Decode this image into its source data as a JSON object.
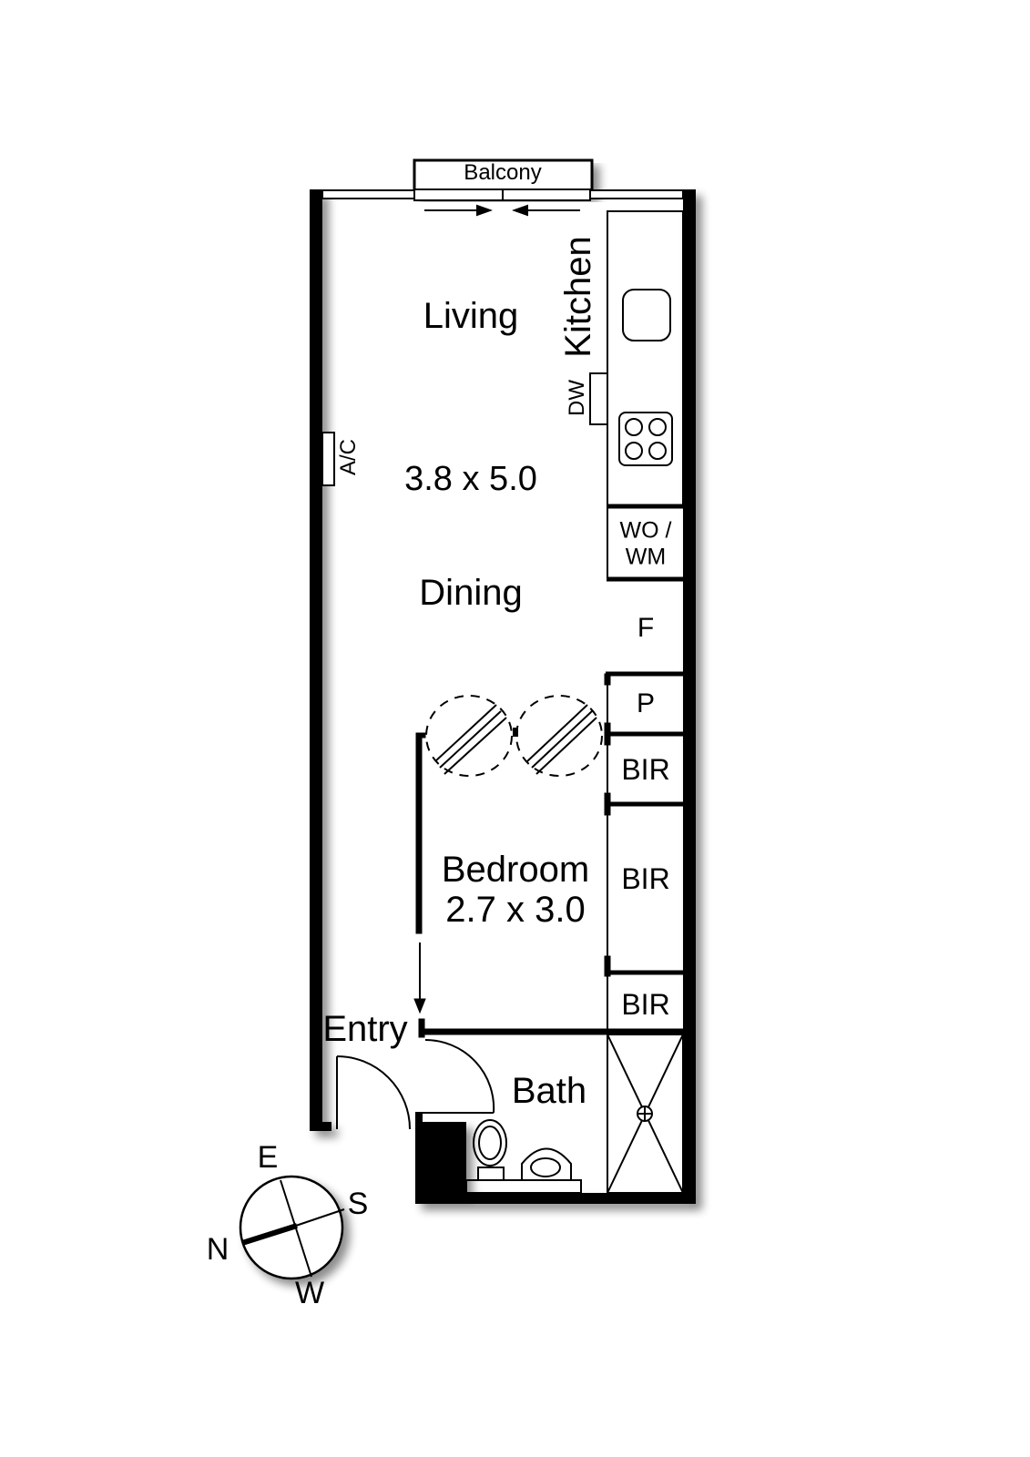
{
  "plan": {
    "colors": {
      "wall": "#000000",
      "background": "#ffffff",
      "shadow": "#9a9a9a"
    },
    "rooms": {
      "balcony": {
        "label": "Balcony"
      },
      "living": {
        "label": "Living"
      },
      "living_dims": {
        "label": "3.8 x 5.0"
      },
      "dining": {
        "label": "Dining"
      },
      "kitchen": {
        "label": "Kitchen"
      },
      "dishwasher": {
        "label": "DW"
      },
      "aircon": {
        "label": "A/C"
      },
      "wo_wm": {
        "line1": "WO /",
        "line2": "WM"
      },
      "fridge": {
        "label": "F"
      },
      "pantry": {
        "label": "P"
      },
      "bir1": {
        "label": "BIR"
      },
      "bir2": {
        "label": "BIR"
      },
      "bir3": {
        "label": "BIR"
      },
      "bedroom": {
        "label": "Bedroom"
      },
      "bedroom_dims": {
        "label": "2.7 x 3.0"
      },
      "entry": {
        "label": "Entry"
      },
      "bath": {
        "label": "Bath"
      }
    },
    "compass": {
      "north": "N",
      "east": "E",
      "south": "S",
      "west": "W"
    }
  }
}
